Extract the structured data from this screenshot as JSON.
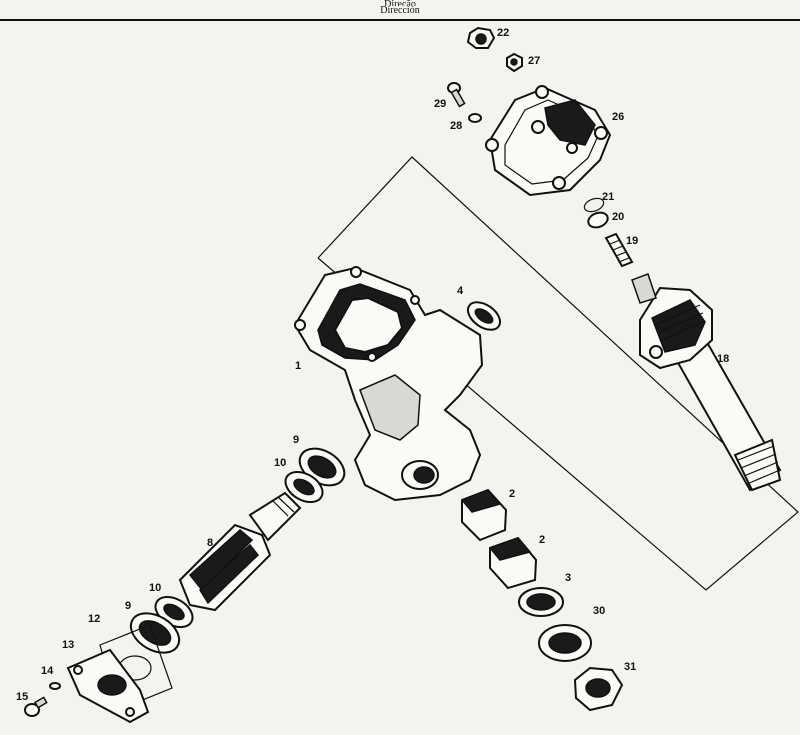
{
  "header": {
    "line1": "Direção",
    "line2": "Dirección"
  },
  "labels": [
    "1",
    "2",
    "2",
    "3",
    "4",
    "8",
    "9",
    "9",
    "10",
    "10",
    "12",
    "13",
    "14",
    "15",
    "18",
    "19",
    "20",
    "21",
    "22",
    "26",
    "27",
    "28",
    "29",
    "30",
    "31"
  ]
}
